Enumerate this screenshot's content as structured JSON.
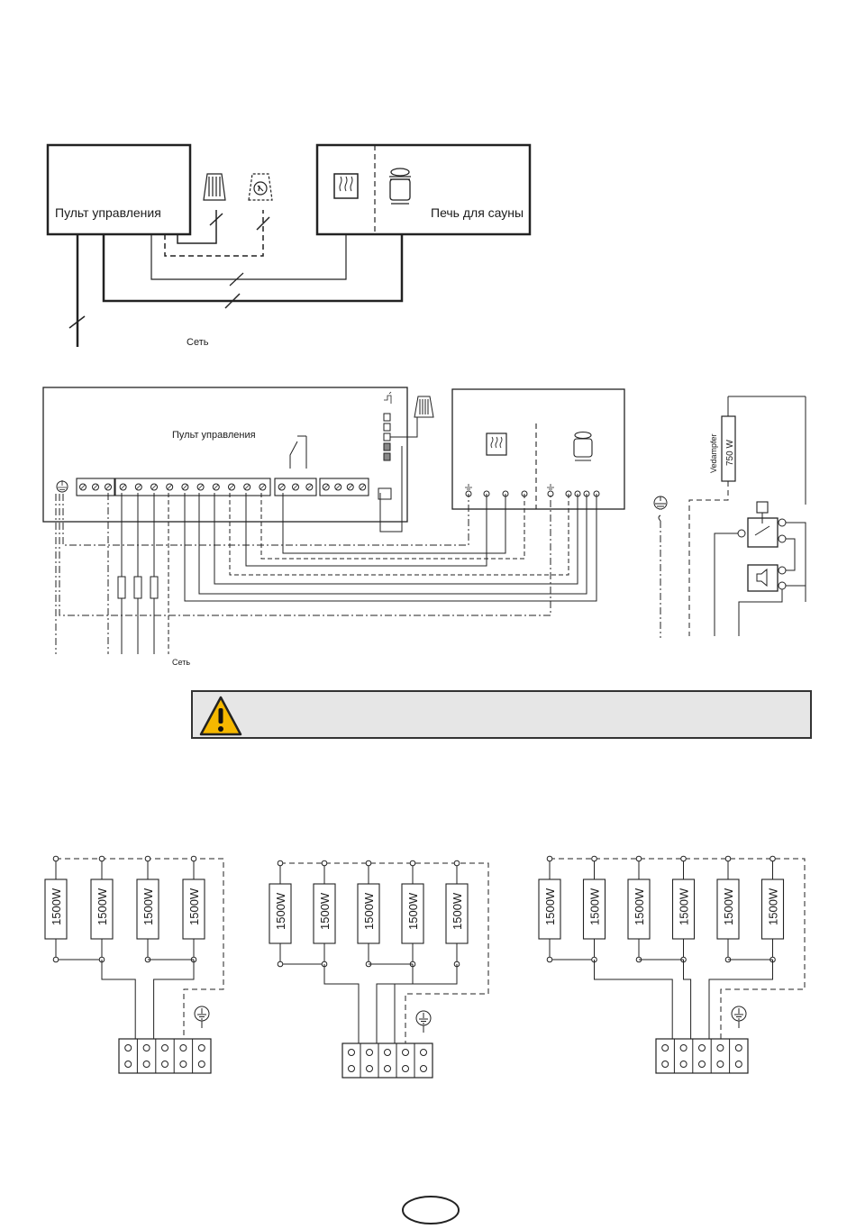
{
  "top_diagram": {
    "control_panel_label": "Пульт управления",
    "heater_label": "Печь для сауны",
    "mains_label": "Сеть"
  },
  "wiring_diagram": {
    "control_panel_label": "Пульт управления",
    "mains_label": "Сеть",
    "vedampfer_label": "Vedampfer",
    "vedampfer_power": "750 W"
  },
  "warning": {
    "icon": "warning-triangle-icon",
    "color": "#f5b800"
  },
  "element_schemes": [
    {
      "elements": [
        "1500W",
        "1500W",
        "1500W",
        "1500W"
      ]
    },
    {
      "elements": [
        "1500W",
        "1500W",
        "1500W",
        "1500W",
        "1500W"
      ]
    },
    {
      "elements": [
        "1500W",
        "1500W",
        "1500W",
        "1500W",
        "1500W",
        "1500W"
      ]
    }
  ],
  "page_badge": ""
}
